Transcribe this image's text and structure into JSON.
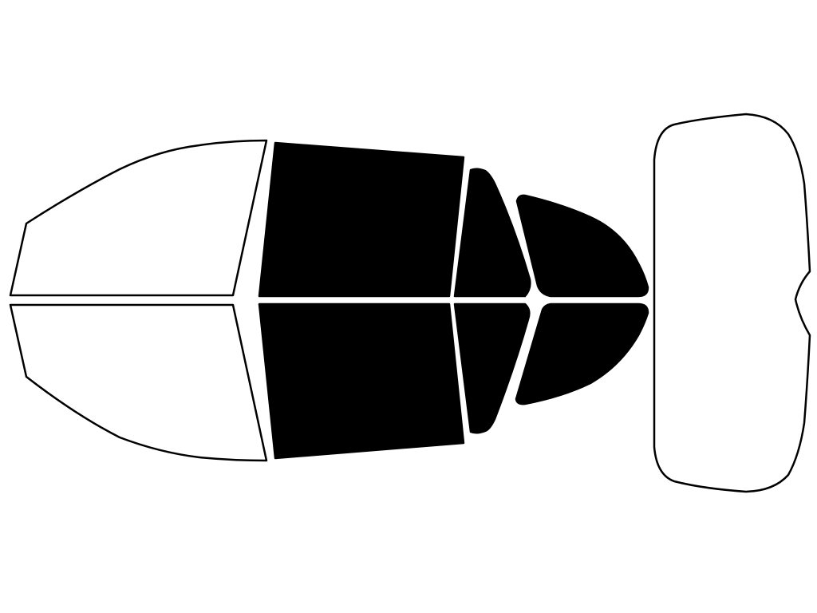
{
  "colors": {
    "background": "#ffffff",
    "outline": "#000000",
    "tinted": "#000000",
    "clear": "#ffffff"
  },
  "windows": [
    {
      "id": "windshield-left",
      "tinted": false
    },
    {
      "id": "windshield-right",
      "tinted": false
    },
    {
      "id": "front-door-left",
      "tinted": true
    },
    {
      "id": "front-door-right",
      "tinted": true
    },
    {
      "id": "rear-door-left",
      "tinted": true
    },
    {
      "id": "rear-door-right",
      "tinted": true
    },
    {
      "id": "quarter-left",
      "tinted": true
    },
    {
      "id": "quarter-right",
      "tinted": true
    },
    {
      "id": "rear-window",
      "tinted": false
    }
  ]
}
